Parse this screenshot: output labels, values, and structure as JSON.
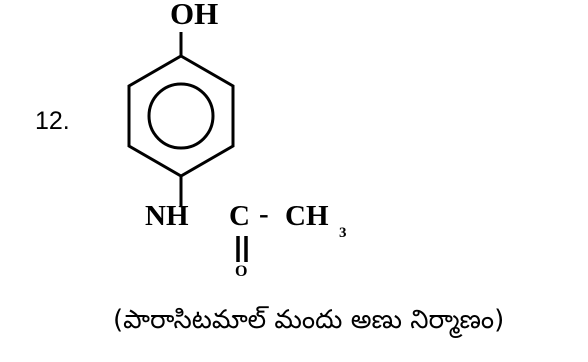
{
  "question_number": "12.",
  "molecule": {
    "hydroxyl": "OH",
    "amine": "NH",
    "carbonyl_carbon": "C",
    "dash": "-",
    "methyl": "CH",
    "methyl_subscript": "3",
    "carbonyl_oxygen": "O"
  },
  "caption": "(పారాసిటమాల్ మందు అణు నిర్మాణం)",
  "colors": {
    "ink": "#000000",
    "background": "#ffffff"
  }
}
